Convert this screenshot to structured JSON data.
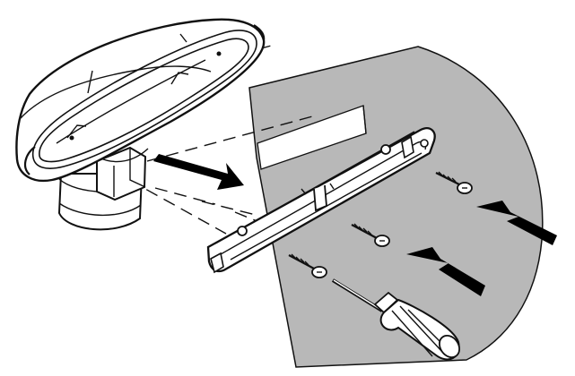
{
  "figure": {
    "colors": {
      "panel_fill": "#b8b8b8",
      "stroke": "#111111",
      "white": "#ffffff",
      "arrow": "#000000"
    },
    "parts": [
      "vent-housing",
      "mounting-bracket",
      "wall-panel",
      "screws",
      "screwdriver",
      "direction-arrows"
    ]
  }
}
